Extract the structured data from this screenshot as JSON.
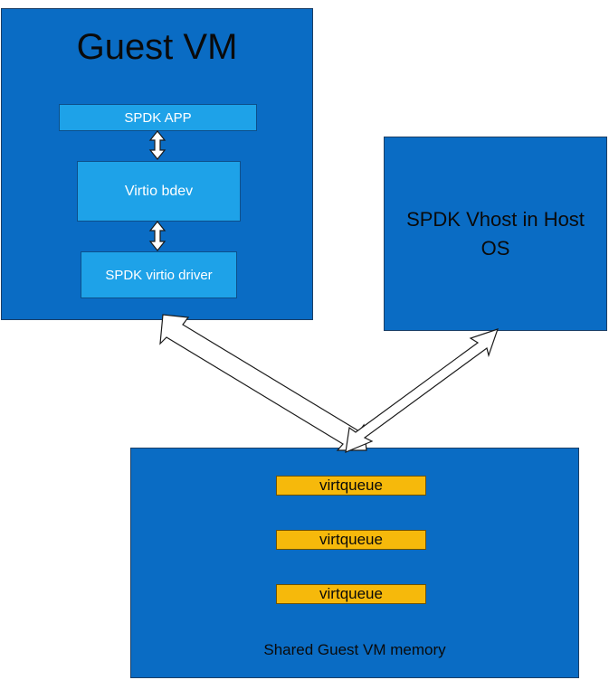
{
  "guest_vm": {
    "title": "Guest VM",
    "layers": [
      "SPDK APP",
      "Virtio bdev",
      "SPDK virtio driver"
    ]
  },
  "vhost": {
    "label": "SPDK Vhost in Host OS"
  },
  "shared_memory": {
    "label": "Shared Guest VM memory",
    "queues": [
      "virtqueue",
      "virtqueue",
      "virtqueue"
    ]
  },
  "colors": {
    "box_fill": "#0a6cc4",
    "layer_fill": "#1ea2e8",
    "queue_fill": "#f6b90b",
    "arrow_fill": "#ffffff"
  }
}
